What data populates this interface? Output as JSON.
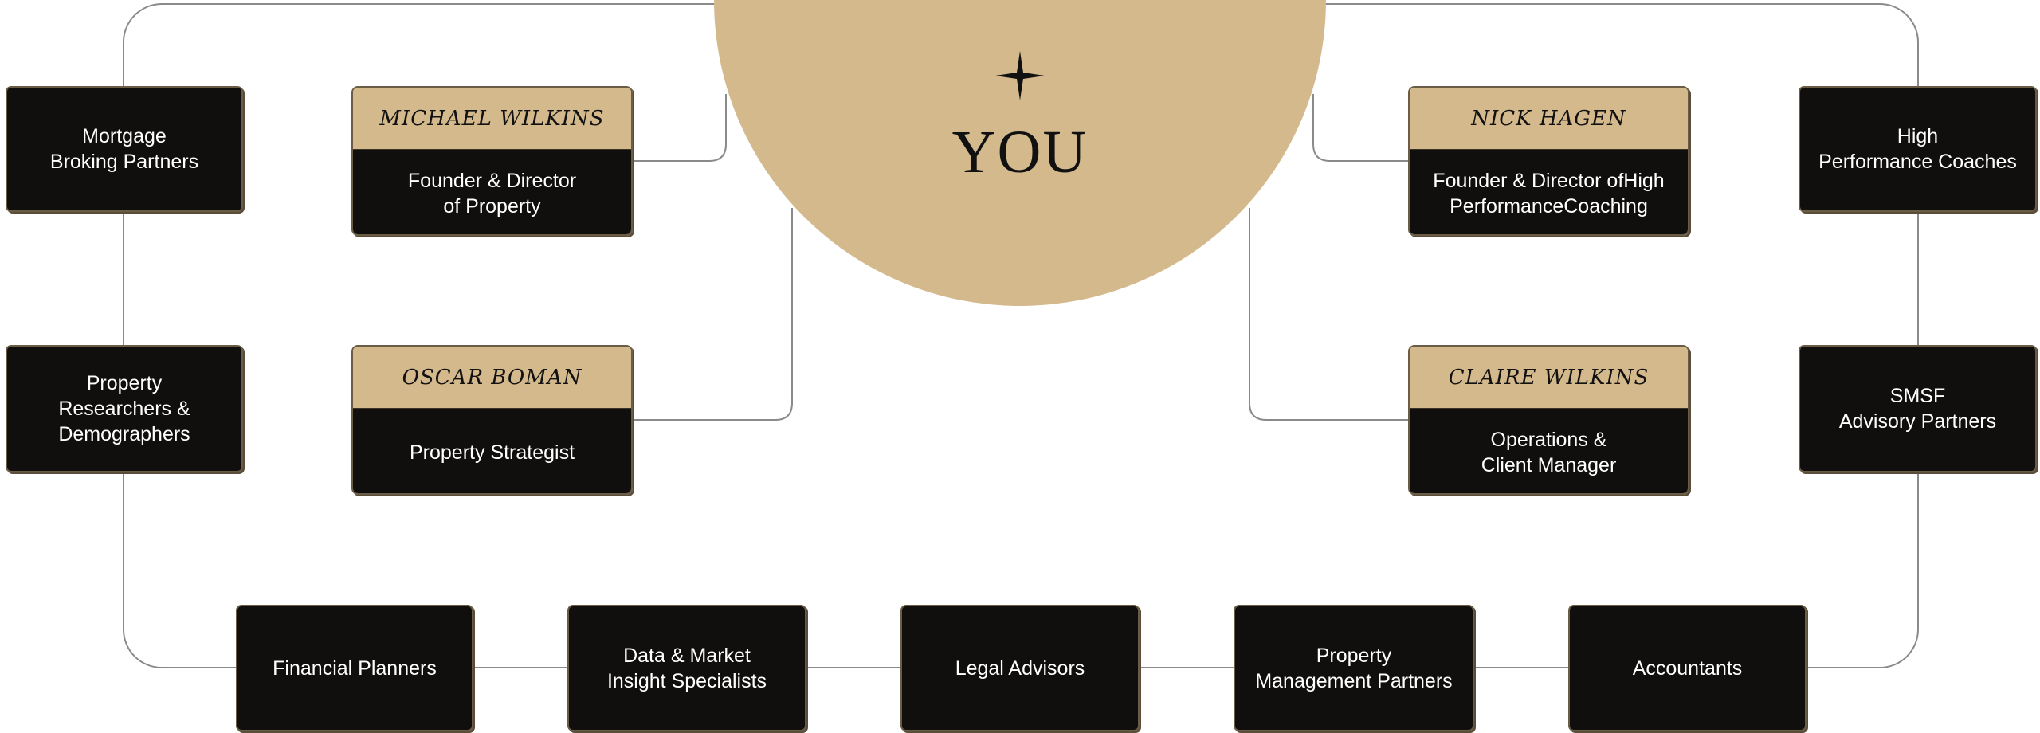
{
  "center": {
    "label": "YOU",
    "icon": "four-point-star-icon"
  },
  "team": [
    {
      "name": "MICHAEL WILKINS",
      "role": "Founder & Director\nof Property"
    },
    {
      "name": "OSCAR BOMAN",
      "role": "Property Strategist"
    },
    {
      "name": "NICK HAGEN",
      "role": "Founder & Director ofHigh\nPerformanceCoaching"
    },
    {
      "name": "CLAIRE WILKINS",
      "role": "Operations &\nClient Manager"
    }
  ],
  "partners_left": [
    "Mortgage\nBroking Partners",
    "Property\nResearchers &\nDemographers"
  ],
  "partners_right": [
    "High\nPerformance Coaches",
    "SMSF\nAdvisory Partners"
  ],
  "partners_bottom": [
    "Financial Planners",
    "Data & Market\nInsight Specialists",
    "Legal Advisors",
    "Property\nManagement Partners",
    "Accountants"
  ],
  "colors": {
    "gold": "#d4b98c",
    "dark": "#100f0d",
    "border": "#6b5d45",
    "line": "#8a8a8a"
  }
}
